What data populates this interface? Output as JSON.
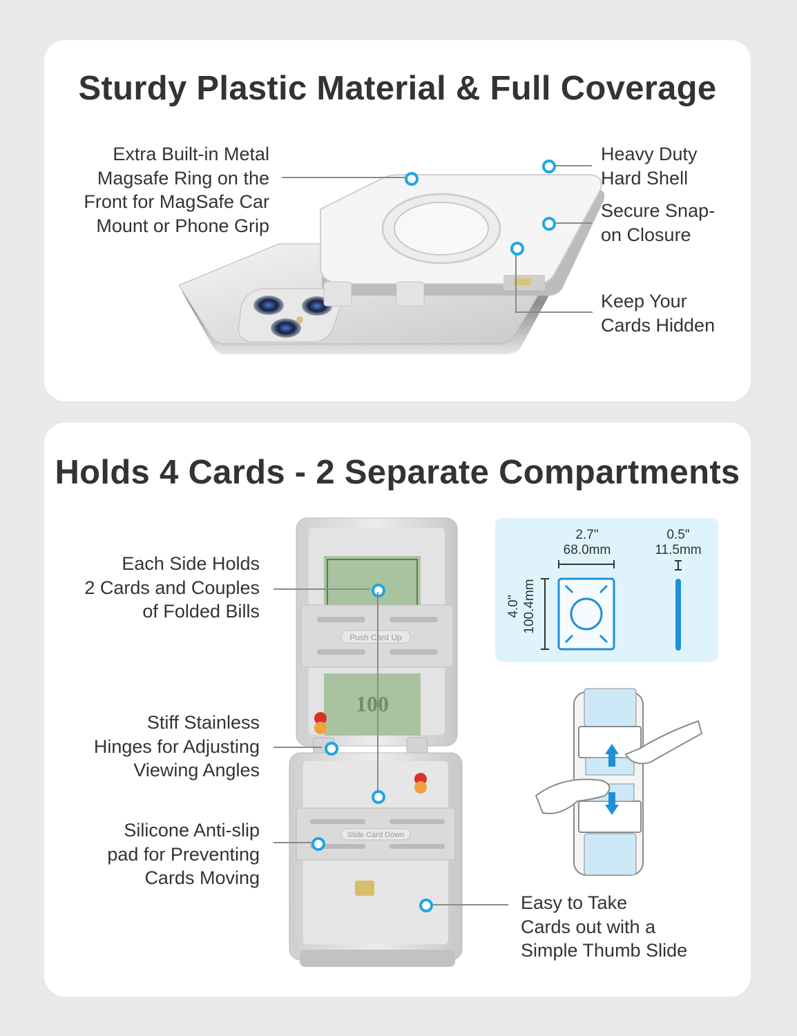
{
  "colors": {
    "background": "#e9e9e9",
    "panel": "#ffffff",
    "accent": "#1ea7e3",
    "leader_line": "#8a8a8a",
    "spec_box": "#def3fc"
  },
  "top_section": {
    "title": "Sturdy Plastic Material & Full Coverage",
    "callouts": {
      "magsafe_ring": "Extra Built-in Metal\nMagsafe Ring on the\nFront for MagSafe Car\nMount or Phone Grip",
      "hard_shell": "Heavy Duty\nHard Shell",
      "snap_closure": "Secure Snap-\non Closure",
      "cards_hidden": "Keep Your\nCards Hidden"
    }
  },
  "bottom_section": {
    "title": "Holds 4 Cards - 2 Separate Compartments",
    "callouts": {
      "each_side": "Each Side Holds\n2 Cards and Couples\nof Folded Bills",
      "hinges": "Stiff Stainless\nHinges for Adjusting\nViewing Angles",
      "silicone_pad": "Silicone Anti-slip\npad for Preventing\nCards Moving",
      "thumb_slide": "Easy to Take\nCards out with a\nSimple Thumb Slide"
    },
    "product_labels": {
      "push_card_up": "Push Card Up",
      "slide_card_down": "Slide Card Down",
      "bill_value": "100"
    },
    "dimensions": {
      "width_in": "2.7\"",
      "width_mm": "68.0mm",
      "thickness_in": "0.5\"",
      "thickness_mm": "11.5mm",
      "height_in": "4.0\"",
      "height_mm": "100.4mm"
    }
  }
}
